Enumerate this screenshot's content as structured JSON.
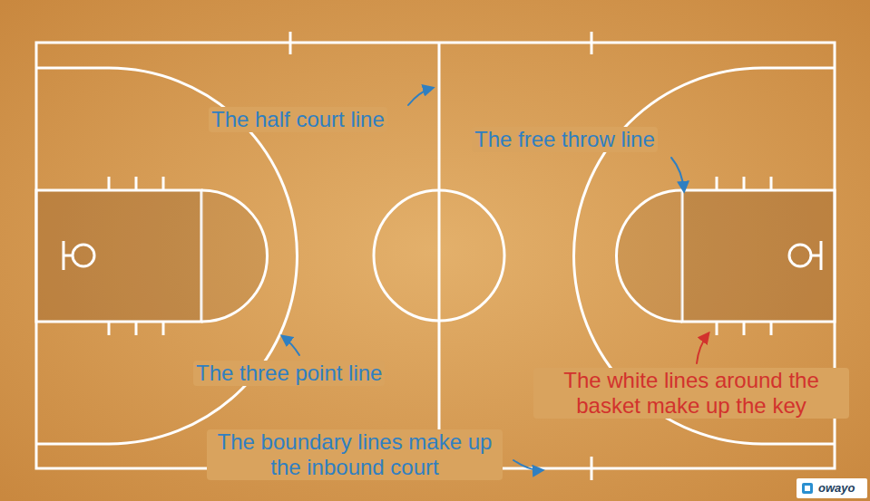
{
  "diagram": {
    "labels": [
      "The half court line",
      "The free throw line",
      "The three point line",
      "The white lines around the basket make up the key",
      "The boundary lines make up the inbound court",
      "owayo"
    ]
  }
}
